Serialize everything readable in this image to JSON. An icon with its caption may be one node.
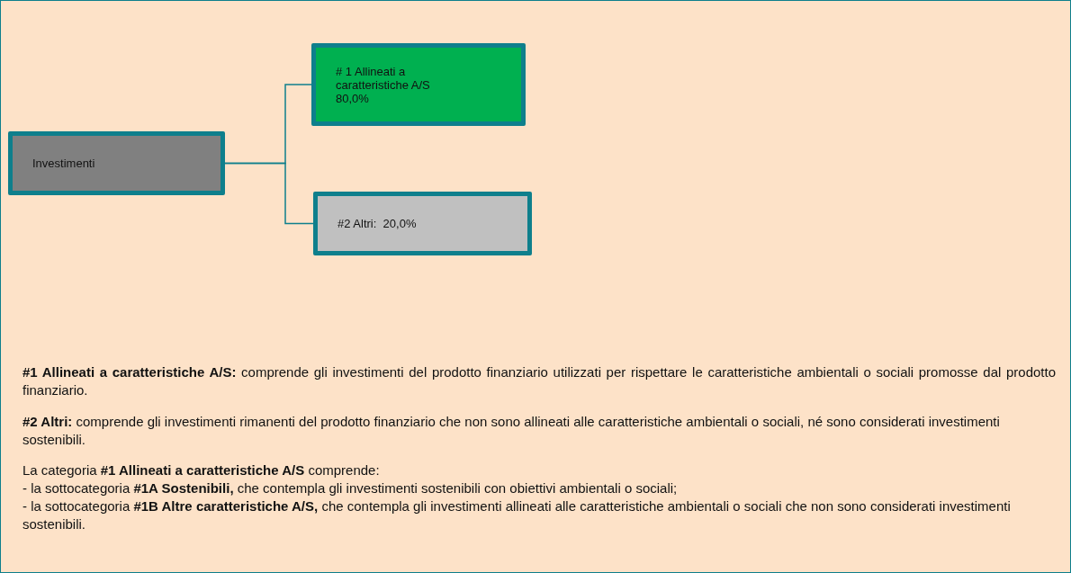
{
  "diagram": {
    "nodes": [
      {
        "text": [
          "Investimenti"
        ]
      },
      {
        "text": [
          "# 1 Allineati a caratteristiche A/S",
          "80,0%"
        ]
      },
      {
        "text": [
          "#2 Altri:  20,0%"
        ]
      }
    ],
    "edges": [
      {
        "from": 0,
        "to": 1,
        "arrow": "none"
      },
      {
        "from": 0,
        "to": 2,
        "arrow": "none"
      }
    ],
    "labels": [
      "**#1 Allineati a caratteristiche A/S:** comprende gli investimenti del prodotto finanziario utilizzati per rispettare le caratteristiche ambientali o sociali promosse dal prodotto finanziario.",
      "**#2 Altri:** comprende gli investimenti rimanenti del prodotto finanziario che non sono allineati alle caratteristiche ambientali o sociali, né sono considerati investimenti sostenibili.",
      "La categoria **#1 Allineati a caratteristiche A/S** comprende:",
      "- la sottocategoria **#1A Sostenibili,** che contempla gli investimenti sostenibili con obiettivi ambientali o sociali;",
      "- la sottocategoria **#1B Altre caratteristiche A/S,** che contempla gli investimenti allineati alle caratteristiche ambientali o sociali che non sono considerati investimenti sostenibili."
    ]
  }
}
